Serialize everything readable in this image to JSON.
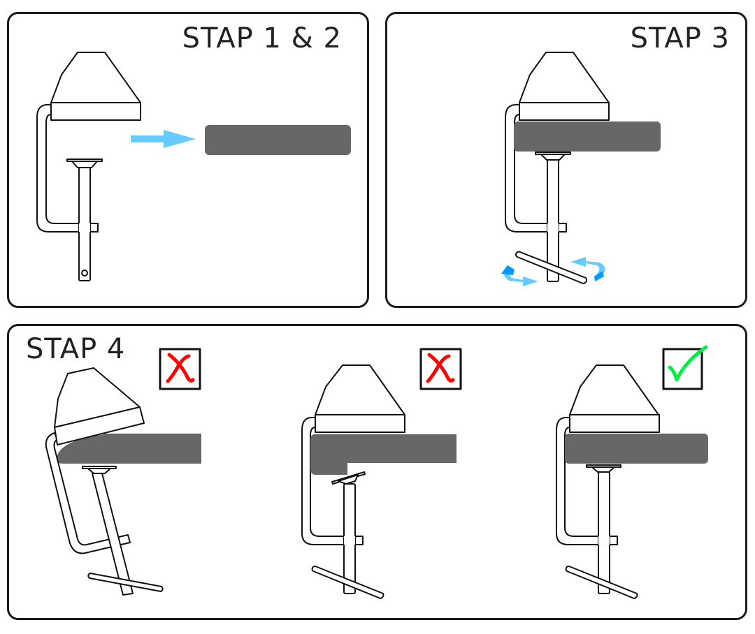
{
  "panels": [
    {
      "title": "STAP 1 & 2",
      "description": "Clamp approaching table edge"
    },
    {
      "title": "STAP 3",
      "description": "Clamp on table, turn handle to tighten"
    },
    {
      "title": "STAP 4",
      "description": "Correct vs incorrect mounting",
      "examples": [
        {
          "status": "incorrect",
          "mark": "✗"
        },
        {
          "status": "incorrect",
          "mark": "✗"
        },
        {
          "status": "correct",
          "mark": "✓"
        }
      ]
    }
  ],
  "colors": {
    "table": "#676767",
    "arrow": "#66ccff",
    "arrow_dark": "#0099ff",
    "wrong": "#ff0000",
    "right": "#00ee44",
    "outline": "#111111"
  }
}
